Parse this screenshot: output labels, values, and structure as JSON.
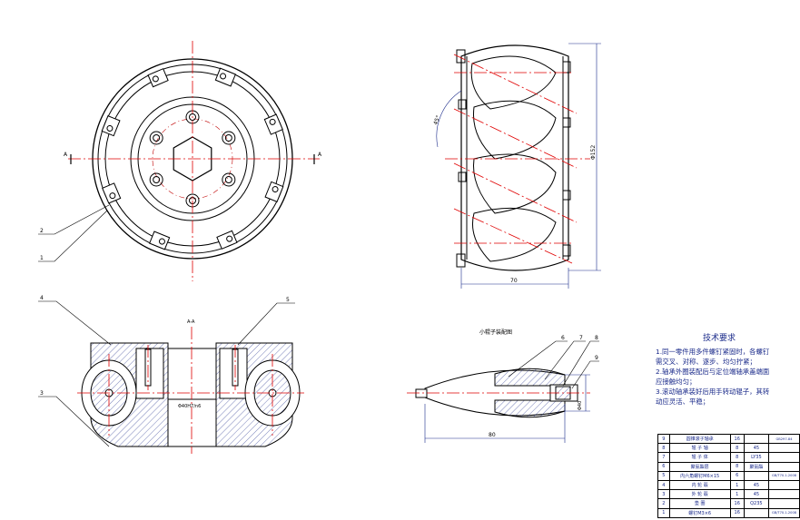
{
  "drawing": {
    "section_label": "A-A",
    "section_marks": [
      "A",
      "A"
    ],
    "bore_label": "Φ40H7/n6",
    "roller_view_title": "小辊子装配图",
    "dims": {
      "width": "70",
      "height": "Φ152",
      "angle": "45°",
      "roller_length": "80",
      "roller_dia": "Φ40"
    },
    "balloons": [
      "1",
      "2",
      "3",
      "4",
      "5",
      "6",
      "7",
      "8",
      "9"
    ],
    "colors": {
      "line": "#000000",
      "center": "#e00000",
      "dim": "#1a2a8a"
    }
  },
  "tech": {
    "title": "技术要求",
    "lines": [
      "1.同一零件用多件螺钉紧固时，各螺钉",
      "需交叉、对称、逐步、均匀拧紧；",
      "2.轴承外圈装配后与定位端轴承盖端面",
      "应接触均匀；",
      "3.滚动轴承装好后用手转动辊子，其转",
      "动应灵活、平稳；"
    ]
  },
  "bom": [
    {
      "no": "9",
      "name": "圆锥滚子轴承",
      "qty": "16",
      "mat": "",
      "std": "GB297-84"
    },
    {
      "no": "8",
      "name": "辊 子 轴",
      "qty": "8",
      "mat": "45",
      "std": ""
    },
    {
      "no": "7",
      "name": "辊 子 体",
      "qty": "8",
      "mat": "LY35",
      "std": ""
    },
    {
      "no": "6",
      "name": "聚氨酯层",
      "qty": "8",
      "mat": "聚氨酯",
      "std": ""
    },
    {
      "no": "5",
      "name": "内六角螺钉M6×15",
      "qty": "6",
      "mat": "",
      "std": "GB/T70.1-2008"
    },
    {
      "no": "4",
      "name": "内 轮 毂",
      "qty": "1",
      "mat": "45",
      "std": ""
    },
    {
      "no": "3",
      "name": "外 轮 毂",
      "qty": "1",
      "mat": "45",
      "std": ""
    },
    {
      "no": "2",
      "name": "垫 圈",
      "qty": "16",
      "mat": "Q235",
      "std": ""
    },
    {
      "no": "1",
      "name": "螺钉M3×6",
      "qty": "16",
      "mat": "",
      "std": "GB/T70.1-2008"
    }
  ]
}
